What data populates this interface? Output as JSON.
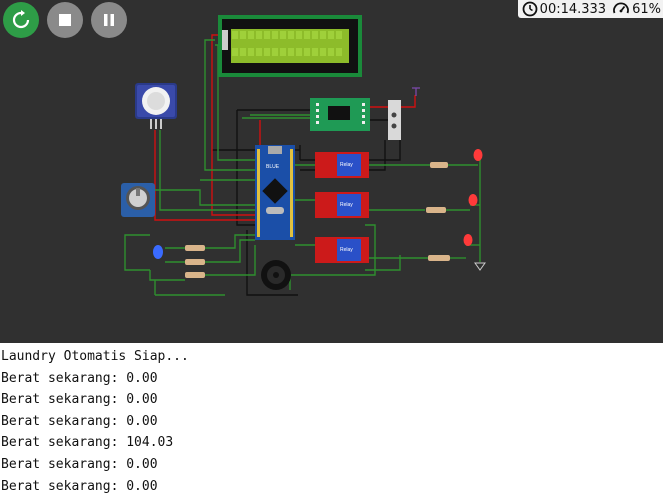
{
  "toolbar": {
    "restart": {
      "icon": "restart-icon",
      "color": "#2e9d47"
    },
    "stop": {
      "icon": "stop-icon",
      "color": "#8a8a8a"
    },
    "pause": {
      "icon": "pause-icon",
      "color": "#8a8a8a"
    }
  },
  "status": {
    "sim_time": "00:14.333",
    "speed": "61%",
    "time_icon": "clock-icon",
    "speed_icon": "speedometer-icon"
  },
  "circuit": {
    "lcd_icon": "lcd-display-icon",
    "mcu_icon": "microcontroller-board-icon",
    "pir_icon": "pir-sensor-icon",
    "encoder_icon": "rotary-encoder-icon",
    "hx711_icon": "load-cell-amplifier-icon",
    "buzzer_icon": "buzzer-icon",
    "relay_label": "Relay",
    "board_label": "BLUE",
    "led_color": "#ff3a3a",
    "led_blue_color": "#3a6bff",
    "wire_green": "#2f8f2f",
    "wire_red": "#d01010",
    "wire_black": "#111111"
  },
  "serial": {
    "lines": [
      "Laundry Otomatis Siap...",
      "Berat sekarang: 0.00",
      "Berat sekarang: 0.00",
      "Berat sekarang: 0.00",
      "Berat sekarang: 104.03",
      "Berat sekarang: 0.00",
      "Berat sekarang: 0.00"
    ]
  }
}
